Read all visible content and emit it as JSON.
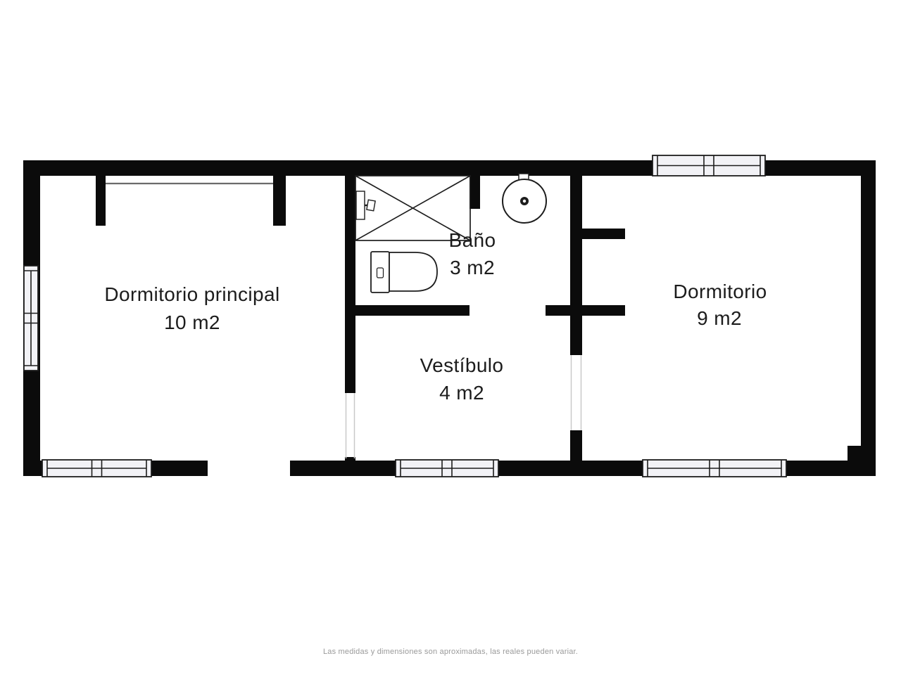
{
  "colors": {
    "wall": "#0b0b0b",
    "line": "#1d1d1d",
    "winfill": "#f2f2f6",
    "jamb": "#c9c9c9",
    "text": "#1c1c1c",
    "muted": "#9a9a9a",
    "closet": "#6b6b6b",
    "bg": "#ffffff"
  },
  "rooms": [
    {
      "name": "Dormitorio principal",
      "area": "10 m2"
    },
    {
      "name": "Baño",
      "area": "3 m2"
    },
    {
      "name": "Vestíbulo",
      "area": "4 m2"
    },
    {
      "name": "Dormitorio",
      "area": "9 m2"
    }
  ],
  "fixtures": [
    {
      "icon": "shower-icon"
    },
    {
      "icon": "toilet-icon"
    },
    {
      "icon": "sink-icon"
    }
  ],
  "footer": {
    "disclaimer": "Las medidas y dimensiones son aproximadas, las reales pueden variar."
  }
}
